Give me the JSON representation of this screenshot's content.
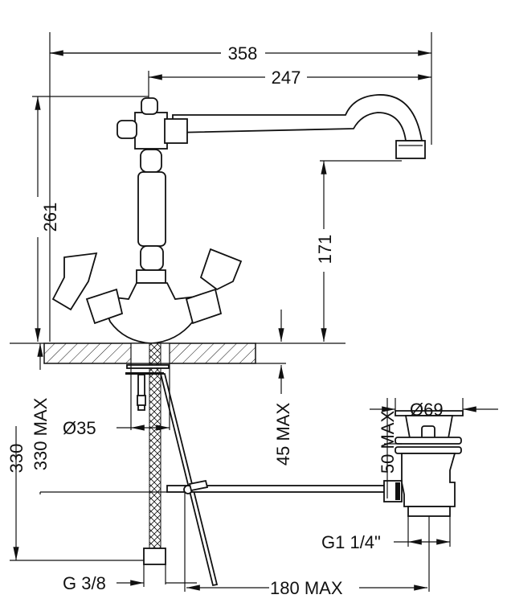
{
  "dimensions": {
    "overall_width": "358",
    "spout_reach": "247",
    "total_height": "261",
    "spout_height": "171",
    "hose_length": "330",
    "hose_length_max": "330 MAX",
    "deck_thickness_max": "45 MAX",
    "hole_diameter": "Ø35",
    "drain_diameter": "Ø69",
    "drain_depth_max": "50 MAX",
    "drain_thread": "G1 1/4\"",
    "inlet_thread": "G 3/8",
    "rod_length_max": "180 MAX"
  }
}
